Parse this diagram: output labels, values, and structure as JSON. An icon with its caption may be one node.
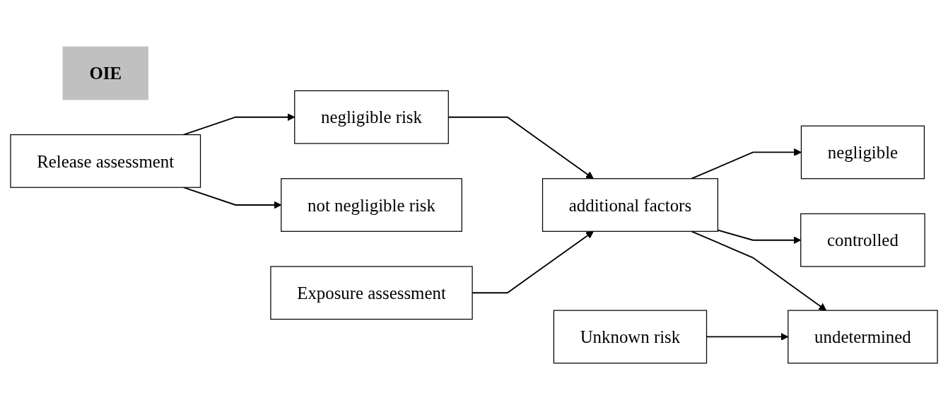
{
  "diagram": {
    "nodes": [
      {
        "text": [
          "OIE"
        ]
      },
      {
        "text": [
          "Release assessment"
        ]
      },
      {
        "text": [
          "negligible risk"
        ]
      },
      {
        "text": [
          "not negligible risk"
        ]
      },
      {
        "text": [
          "Exposure assessment"
        ]
      },
      {
        "text": [
          "Unknown risk"
        ]
      },
      {
        "text": [
          "additional factors"
        ]
      },
      {
        "text": [
          "negligible"
        ]
      },
      {
        "text": [
          "controlled"
        ]
      },
      {
        "text": [
          "undetermined"
        ]
      }
    ],
    "edges": [
      {
        "from": 1,
        "to": 2,
        "arrow": "to"
      },
      {
        "from": 1,
        "to": 3,
        "arrow": "to"
      },
      {
        "from": 2,
        "to": 6,
        "arrow": "to"
      },
      {
        "from": 4,
        "to": 6,
        "arrow": "to"
      },
      {
        "from": 6,
        "to": 7,
        "arrow": "to"
      },
      {
        "from": 6,
        "to": 8,
        "arrow": "to"
      },
      {
        "from": 6,
        "to": 9,
        "arrow": "to"
      },
      {
        "from": 5,
        "to": 9,
        "arrow": "to"
      }
    ]
  }
}
